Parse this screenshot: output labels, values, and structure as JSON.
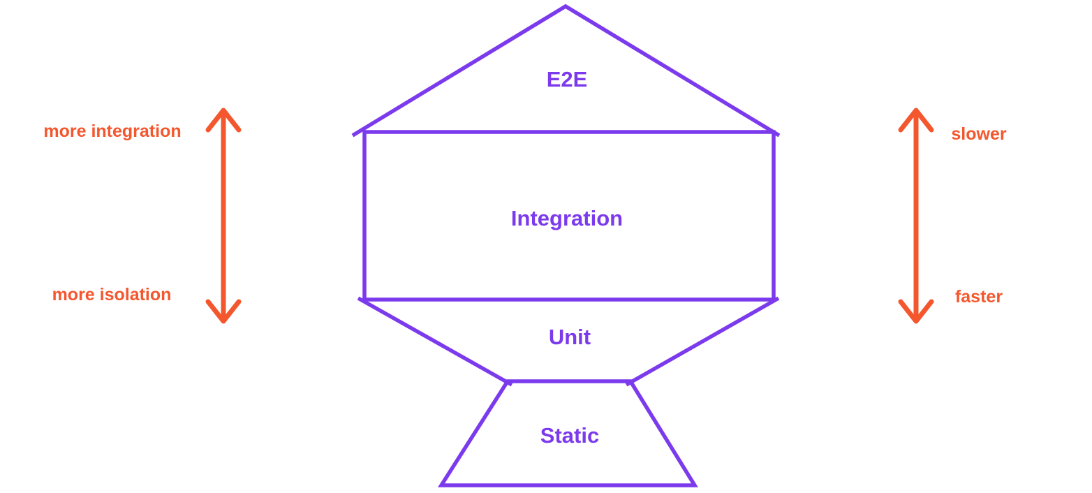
{
  "trophy": {
    "levels": [
      {
        "name": "e2e",
        "label": "E2E"
      },
      {
        "name": "integration",
        "label": "Integration"
      },
      {
        "name": "unit",
        "label": "Unit"
      },
      {
        "name": "static",
        "label": "Static"
      }
    ]
  },
  "left_axis": {
    "icon": "double-headed-vertical-arrow",
    "top_label": "more integration",
    "bottom_label": "more isolation"
  },
  "right_axis": {
    "icon": "double-headed-vertical-arrow",
    "top_label": "slower",
    "bottom_label": "faster"
  },
  "colors": {
    "shape_stroke": "#7c3aed",
    "shape_text": "#7c3aed",
    "axis": "#f4572e",
    "background": "#ffffff"
  }
}
